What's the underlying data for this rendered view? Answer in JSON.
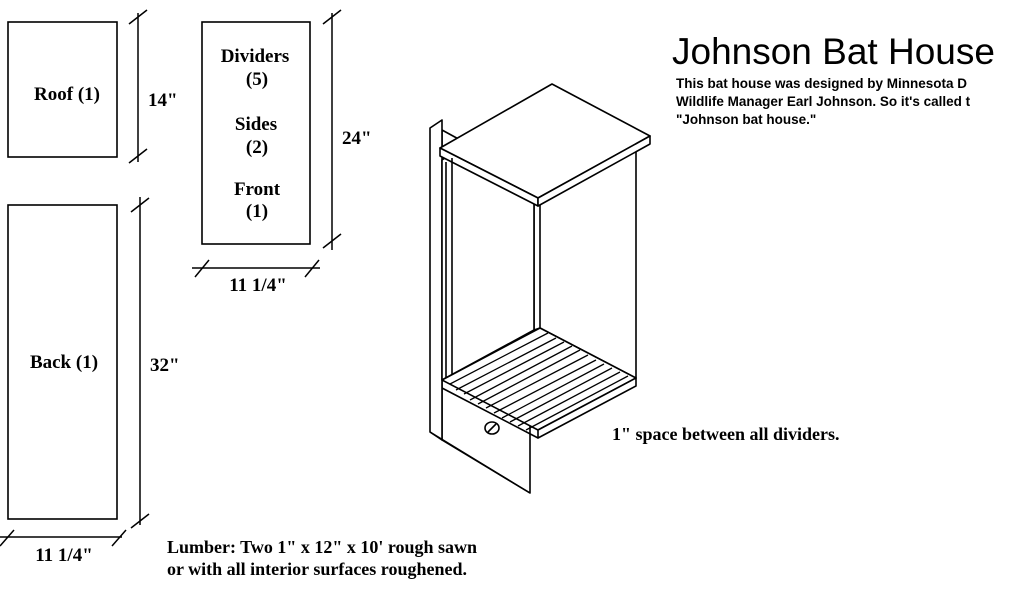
{
  "title": "Johnson Bat House",
  "description_lines": [
    "This bat house was designed by Minnesota D",
    "Wildlife Manager Earl Johnson. So it's called t",
    "\"Johnson bat house.\""
  ],
  "pieces": {
    "roof": {
      "label": "Roof (1)",
      "height": "14\""
    },
    "back": {
      "label": "Back (1)",
      "height": "32\"",
      "width": "11 1/4\""
    },
    "group": {
      "labels": [
        {
          "name": "Dividers",
          "count": "(5)"
        },
        {
          "name": "Sides",
          "count": "(2)"
        },
        {
          "name": "Front",
          "count": "(1)"
        }
      ],
      "height": "24\"",
      "width": "11 1/4\""
    }
  },
  "spacing_note": "1\" space between all dividers.",
  "lumber_note": [
    "Lumber:  Two 1\" x 12\" x 10' rough sawn",
    "or with all interior surfaces roughened."
  ]
}
